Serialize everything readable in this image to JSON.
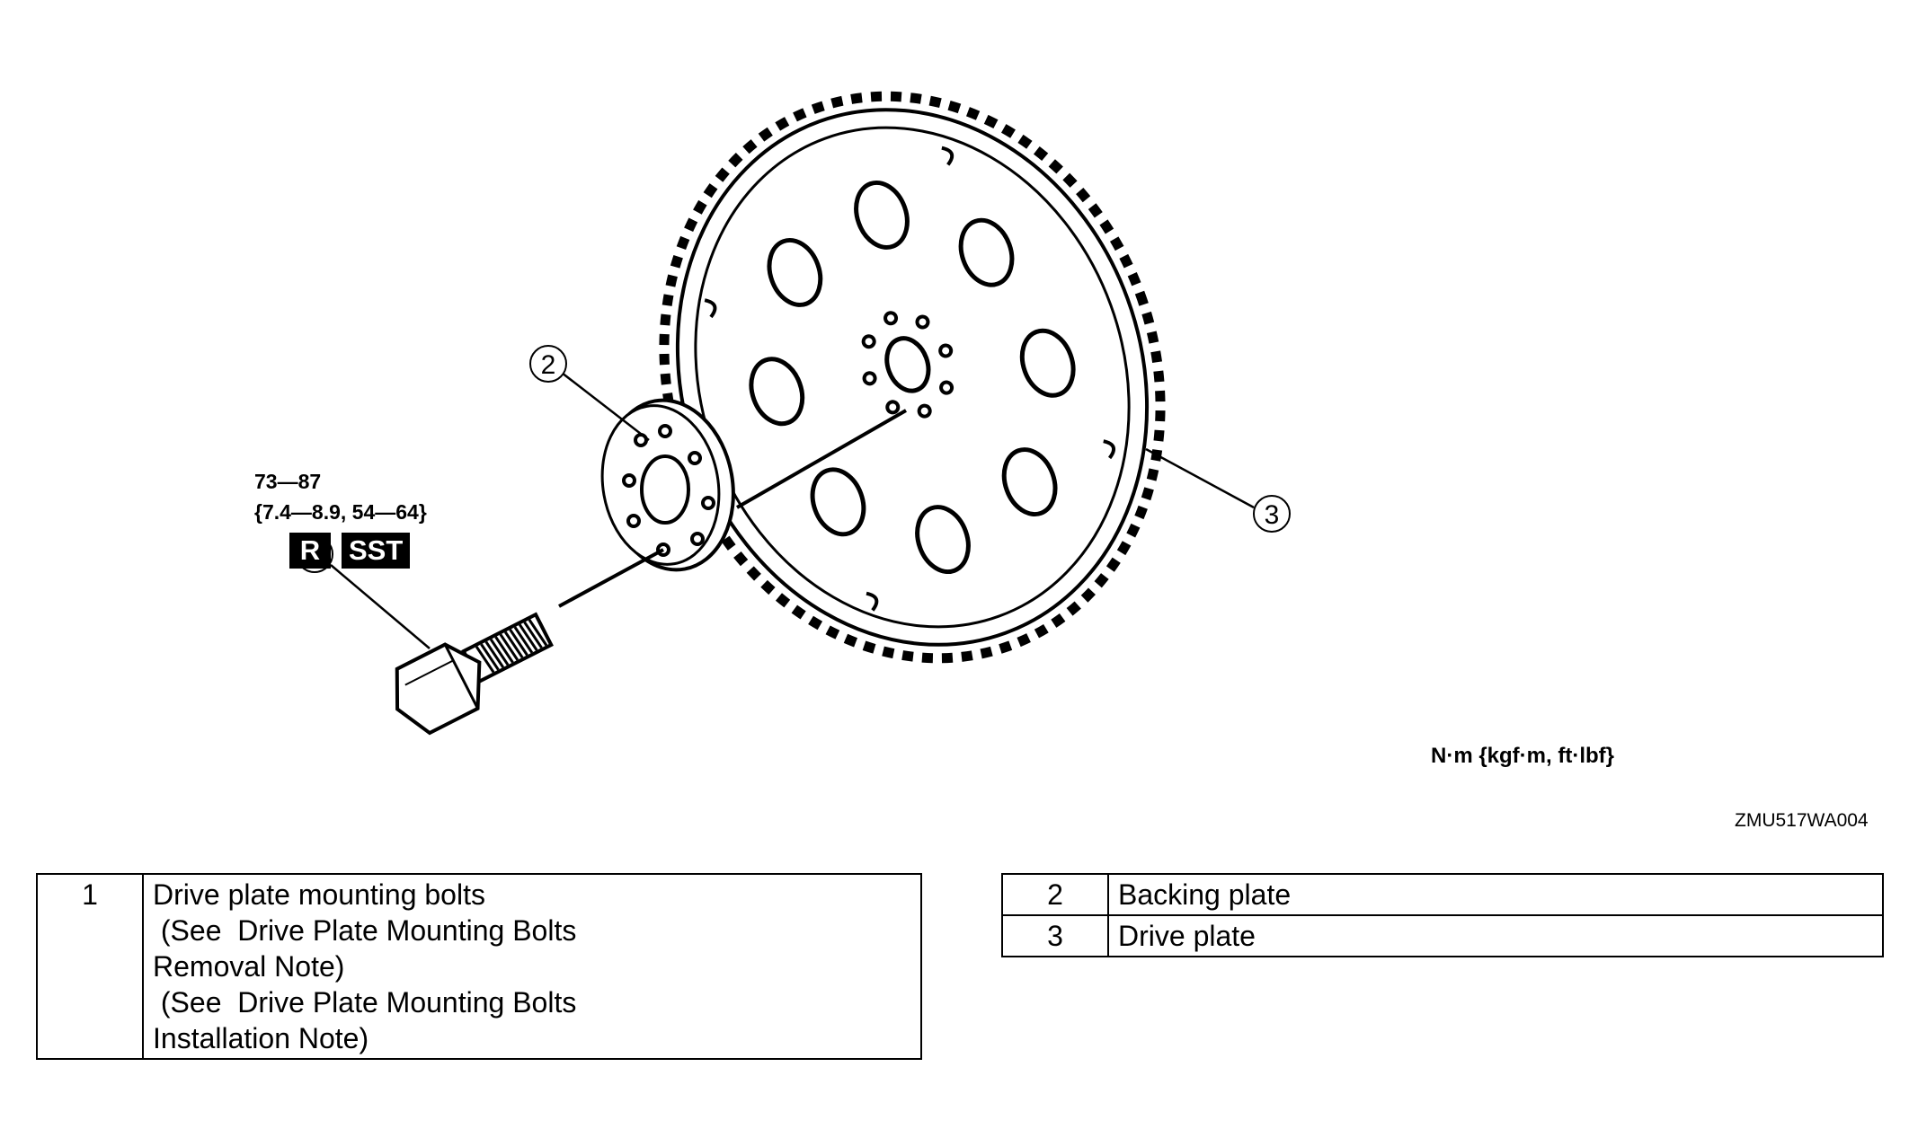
{
  "torque_spec": {
    "line1": "73—87",
    "line2": "{7.4—8.9, 54—64}"
  },
  "badges": {
    "r": "R",
    "sst": "SST"
  },
  "callouts": [
    "1",
    "2",
    "3"
  ],
  "unit_label": "N·m  {kgf·m,  ft·lbf}",
  "figure_code": "ZMU517WA004",
  "legend_left": [
    {
      "num": "1",
      "lines": [
        "Drive plate mounting bolts",
        " (See  Drive Plate Mounting Bolts",
        "Removal Note)",
        " (See  Drive Plate Mounting Bolts",
        "Installation Note)"
      ]
    }
  ],
  "legend_right": [
    {
      "num": "2",
      "text": "Backing plate"
    },
    {
      "num": "3",
      "text": "Drive plate"
    }
  ]
}
